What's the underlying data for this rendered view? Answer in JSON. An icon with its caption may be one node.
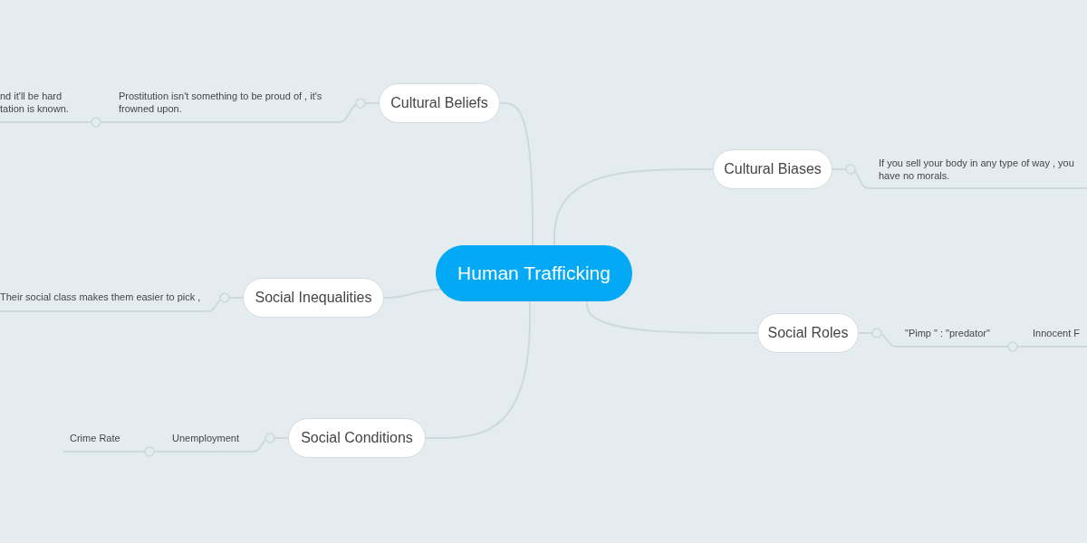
{
  "diagram": {
    "nodes": [
      {
        "text": [
          "Human Trafficking"
        ]
      },
      {
        "text": [
          "Cultural Beliefs"
        ]
      },
      {
        "text": [
          "Prostitution isn't something to be proud of , it's frowned upon."
        ]
      },
      {
        "text": [
          "nd it'll be hard tation is known."
        ]
      },
      {
        "text": [
          "Cultural Biases"
        ]
      },
      {
        "text": [
          "If you sell your body in any type of way , you have no morals."
        ]
      },
      {
        "text": [
          "Social Inequalities"
        ]
      },
      {
        "text": [
          "Their social class makes them easier to pick ,"
        ]
      },
      {
        "text": [
          "Social Roles"
        ]
      },
      {
        "text": [
          "\"Pimp \" : \"predator\""
        ]
      },
      {
        "text": [
          "Innocent F"
        ]
      },
      {
        "text": [
          "Social Conditions"
        ]
      },
      {
        "text": [
          "Unemployment"
        ]
      },
      {
        "text": [
          "Crime Rate"
        ]
      }
    ],
    "edges": [
      {
        "from": 0,
        "to": 1,
        "arrow": "none"
      },
      {
        "from": 1,
        "to": 2,
        "arrow": "none"
      },
      {
        "from": 2,
        "to": 3,
        "arrow": "other"
      },
      {
        "from": 0,
        "to": 4,
        "arrow": "none"
      },
      {
        "from": 4,
        "to": 5,
        "arrow": "none"
      },
      {
        "from": 0,
        "to": 6,
        "arrow": "none"
      },
      {
        "from": 6,
        "to": 7,
        "arrow": "none"
      },
      {
        "from": 0,
        "to": 8,
        "arrow": "none"
      },
      {
        "from": 8,
        "to": 9,
        "arrow": "none"
      },
      {
        "from": 9,
        "to": 10,
        "arrow": "other"
      },
      {
        "from": 0,
        "to": 11,
        "arrow": "none"
      },
      {
        "from": 11,
        "to": 12,
        "arrow": "none"
      },
      {
        "from": 12,
        "to": 13,
        "arrow": "other"
      }
    ]
  }
}
